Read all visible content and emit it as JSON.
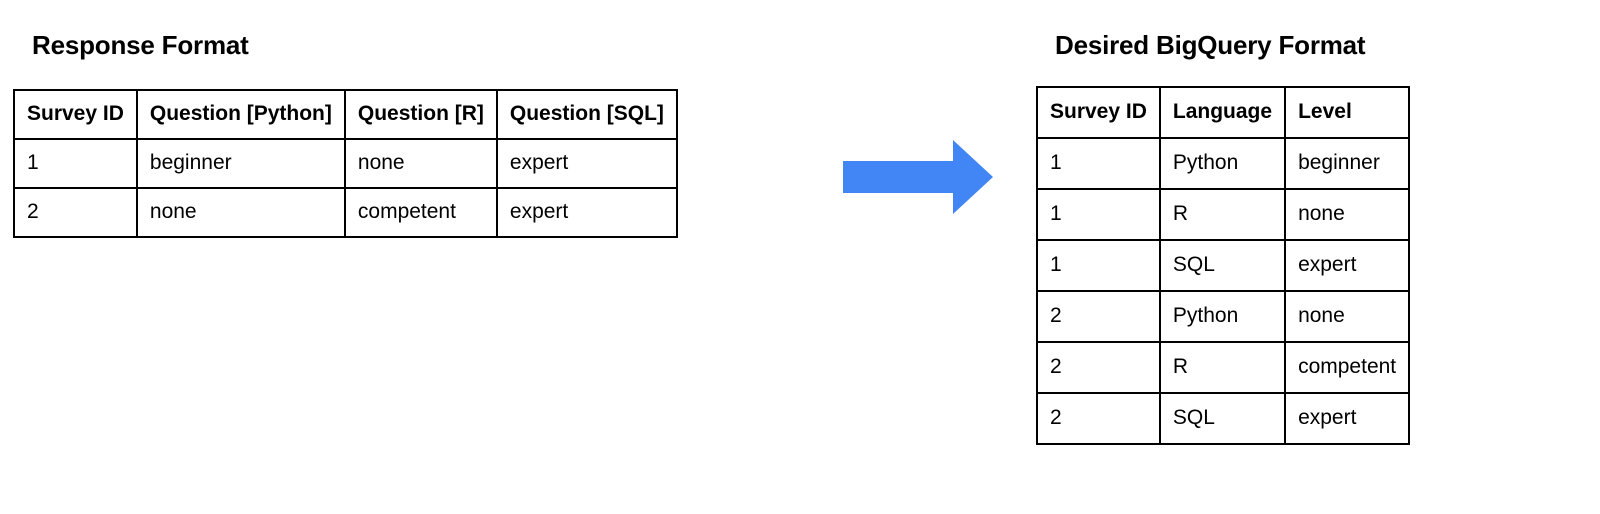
{
  "left_panel": {
    "title": "Response Format",
    "table": {
      "headers": [
        "Survey ID",
        "Question [Python]",
        "Question [R]",
        "Question [SQL]"
      ],
      "rows": [
        [
          "1",
          "beginner",
          "none",
          "expert"
        ],
        [
          "2",
          "none",
          "competent",
          "expert"
        ]
      ]
    }
  },
  "arrow": {
    "icon": "right-arrow-icon",
    "color": "#4285F4"
  },
  "right_panel": {
    "title": "Desired BigQuery Format",
    "table": {
      "headers": [
        "Survey ID",
        "Language",
        "Level"
      ],
      "rows": [
        [
          "1",
          "Python",
          "beginner"
        ],
        [
          "1",
          "R",
          "none"
        ],
        [
          "1",
          "SQL",
          "expert"
        ],
        [
          "2",
          "Python",
          "none"
        ],
        [
          "2",
          "R",
          "competent"
        ],
        [
          "2",
          "SQL",
          "expert"
        ]
      ]
    }
  }
}
